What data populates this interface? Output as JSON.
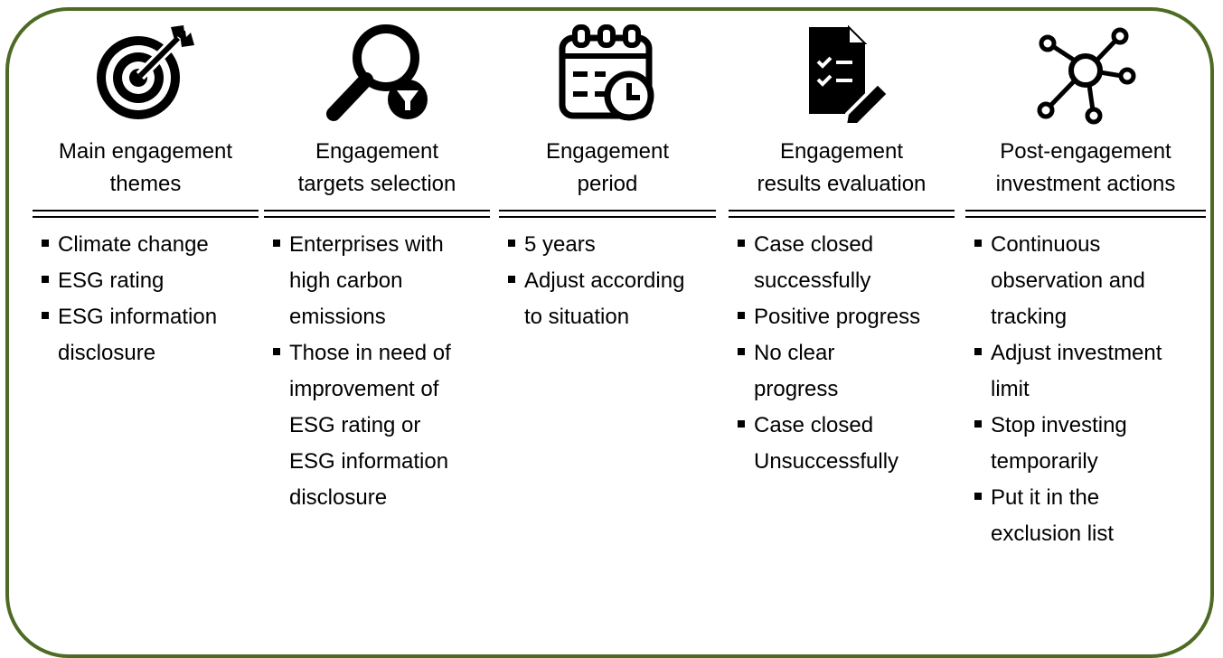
{
  "columns": [
    {
      "icon": "target-icon",
      "title_lines": [
        "Main engagement",
        "themes"
      ],
      "items": [
        [
          "Climate change"
        ],
        [
          "ESG rating"
        ],
        [
          "ESG information",
          "disclosure"
        ]
      ]
    },
    {
      "icon": "magnifier-filter-icon",
      "title_lines": [
        "Engagement",
        "targets selection"
      ],
      "items": [
        [
          "Enterprises with",
          "high carbon",
          "emissions"
        ],
        [
          "Those in need of",
          "improvement of",
          "ESG rating or",
          "ESG information",
          "disclosure"
        ]
      ]
    },
    {
      "icon": "calendar-clock-icon",
      "title_lines": [
        "Engagement",
        "period"
      ],
      "items": [
        [
          "5 years"
        ],
        [
          "Adjust according",
          "to situation"
        ]
      ]
    },
    {
      "icon": "document-checklist-pen-icon",
      "title_lines": [
        "Engagement",
        "results evaluation"
      ],
      "items": [
        [
          "Case closed",
          "successfully"
        ],
        [
          "Positive progress"
        ],
        [
          "No clear",
          "progress"
        ],
        [
          "Case closed",
          "Unsuccessfully"
        ]
      ]
    },
    {
      "icon": "network-hub-icon",
      "title_lines": [
        "Post-engagement",
        "investment actions"
      ],
      "items": [
        [
          "Continuous",
          "observation and",
          "tracking"
        ],
        [
          "Adjust investment",
          "limit"
        ],
        [
          "Stop investing",
          "temporarily"
        ],
        [
          "Put it in the",
          "exclusion list"
        ]
      ]
    }
  ],
  "colors": {
    "frame": "#4e6b24",
    "text": "#000000"
  }
}
